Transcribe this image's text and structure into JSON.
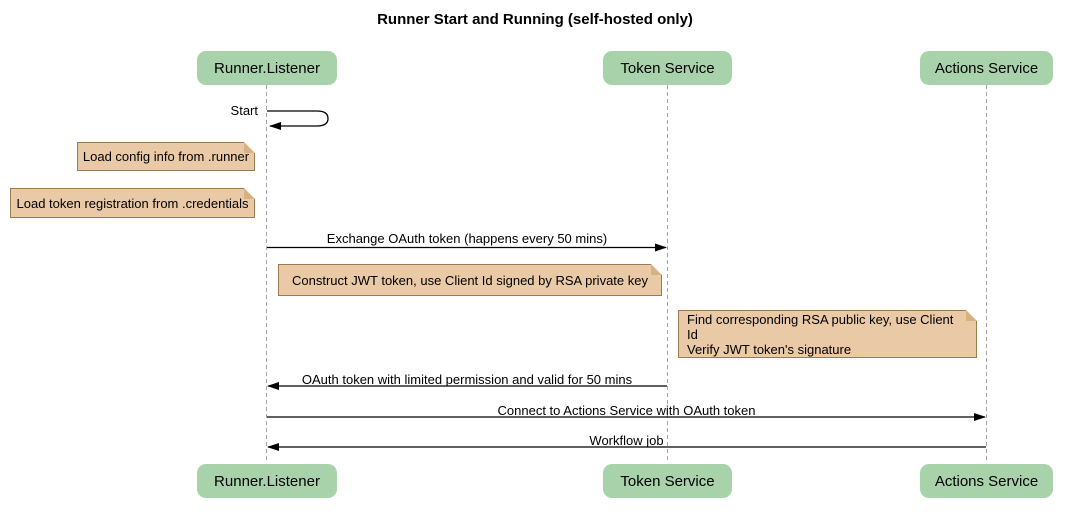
{
  "title": "Runner Start and Running (self-hosted only)",
  "participants": [
    {
      "name": "Runner.Listener"
    },
    {
      "name": "Token Service"
    },
    {
      "name": "Actions Service"
    }
  ],
  "messages": [
    {
      "label": "Start",
      "from": "Runner.Listener",
      "to": "Runner.Listener",
      "kind": "self"
    },
    {
      "label": "Exchange OAuth token (happens every 50 mins)",
      "from": "Runner.Listener",
      "to": "Token Service",
      "kind": "solid-arrow"
    },
    {
      "label": "OAuth token with limited permission and valid for 50 mins",
      "from": "Token Service",
      "to": "Runner.Listener",
      "kind": "solid-arrow"
    },
    {
      "label": "Connect to Actions Service with OAuth token",
      "from": "Runner.Listener",
      "to": "Actions Service",
      "kind": "solid-arrow"
    },
    {
      "label": "Workflow job",
      "from": "Actions Service",
      "to": "Runner.Listener",
      "kind": "solid-arrow"
    }
  ],
  "notes": [
    {
      "text": "Load config info from .runner",
      "position": "left of Runner.Listener"
    },
    {
      "text": "Load token registration from .credentials",
      "position": "left of Runner.Listener"
    },
    {
      "text": "Construct JWT token, use Client Id signed by RSA private key",
      "position": "between Runner.Listener and Token Service"
    },
    {
      "text": "Find corresponding RSA public key, use Client Id\nVerify JWT token's signature",
      "position": "left of Actions Service"
    }
  ],
  "colors": {
    "actor_fill": "#A8D3AA",
    "note_fill": "#E9C9A6",
    "note_border": "#9C7B4D",
    "message_line": "#000000",
    "lifeline": "#A6A6A6",
    "background": "#FFFFFF"
  }
}
